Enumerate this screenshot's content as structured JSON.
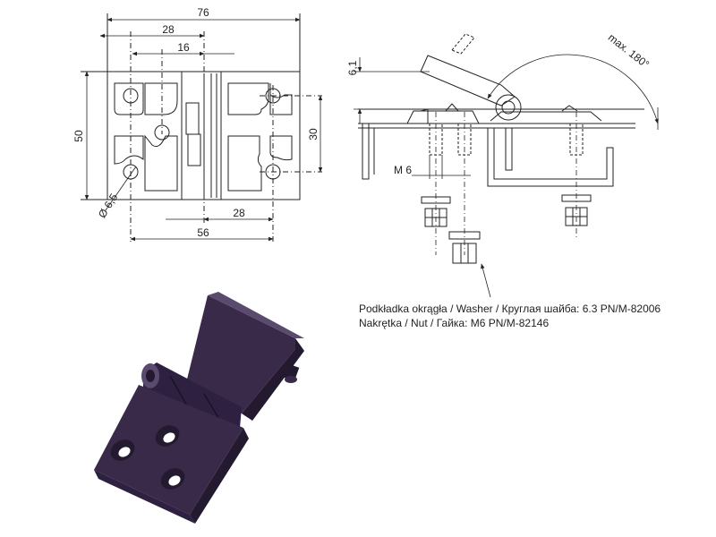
{
  "front_view": {
    "dim_width": "76",
    "dim_upper": "28",
    "dim_center": "16",
    "dim_height": "50",
    "dim_hole_spacing": "30",
    "dim_hole_diameter": "Ø 6,5",
    "dim_lower": "28",
    "dim_bottom": "56"
  },
  "side_view": {
    "dim_thickness": "6,1",
    "dim_angle": "max. 180°",
    "dim_thread": "M 6"
  },
  "notes": {
    "washer": "Podkładka okrągła / Washer / Круглая шайба:   6.3 PN/M-82006",
    "nut": "Nakrętka / Nut / Гайка:   M6 PN/M-82146"
  },
  "colors": {
    "line": "#222222",
    "hinge_body": "#3a2a4a",
    "hinge_dark": "#241a30",
    "hinge_light": "#5a4a6e"
  }
}
